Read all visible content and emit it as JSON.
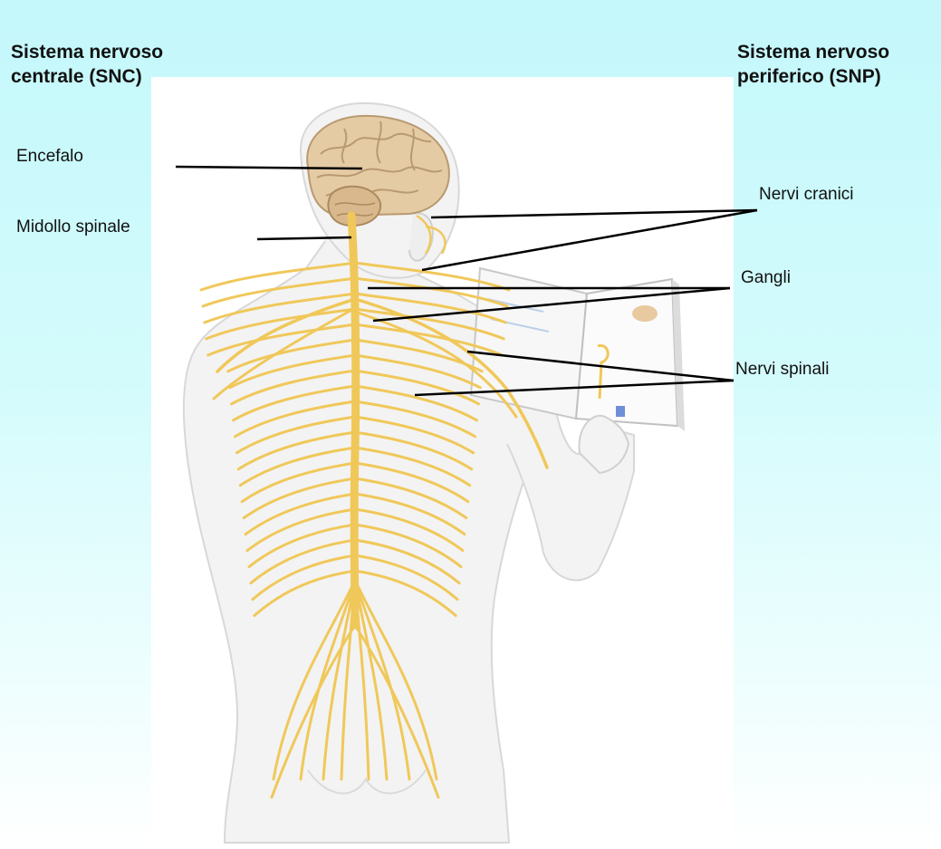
{
  "headings": {
    "central": "Sistema nervoso centrale (SNC)",
    "peripheral": "Sistema nervoso periferico (SNP)"
  },
  "labels": {
    "encephalon": "Encefalo",
    "spinal_cord": "Midollo spinale",
    "cranial_nerves": "Nervi cranici",
    "ganglia": "Gangli",
    "spinal_nerves": "Nervi spinali"
  },
  "colors": {
    "background_top": "#c4f8fb",
    "panel": "#ffffff",
    "body_fill": "#f3f3f3",
    "body_outline": "#dcdcdc",
    "nerve": "#f0c85a",
    "brain": "#e2c8a0",
    "leader_line": "#000000"
  }
}
